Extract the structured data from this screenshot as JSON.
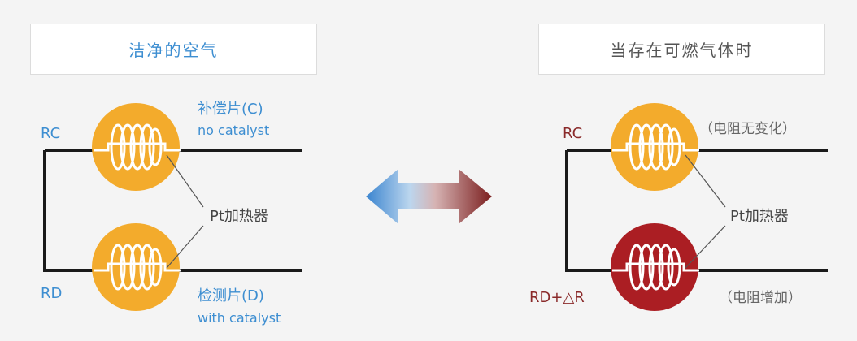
{
  "colors": {
    "blue": "#3d8ed1",
    "dark_red": "#8a2a2a",
    "gray_text": "#666666",
    "dark_text": "#444444",
    "coil_orange": "#f3ab2c",
    "coil_red": "#ab1e23",
    "wire": "#1a1a1a"
  },
  "left": {
    "title": "洁净的空气",
    "rc_label": "RC",
    "rd_label": "RD",
    "comp_label": "补偿片(C)",
    "comp_sub": "no catalyst",
    "det_label": "检测片(D)",
    "det_sub": "with catalyst",
    "heater_label": "Pt加热器"
  },
  "right": {
    "title": "当存在可燃气体时",
    "rc_label": "RC",
    "rd_label": "RD+△R",
    "comp_state": "（电阻无变化）",
    "det_state": "（电阻增加）",
    "heater_label": "Pt加热器"
  },
  "arrow": {
    "left_color": "#3a84cf",
    "right_color": "#7b1e1e"
  }
}
